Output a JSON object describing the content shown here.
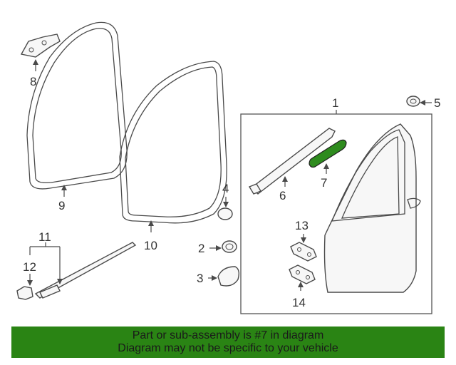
{
  "diagram": {
    "callouts": {
      "c1": "1",
      "c2": "2",
      "c3": "3",
      "c4": "4",
      "c5": "5",
      "c6": "6",
      "c7": "7",
      "c8": "8",
      "c9": "9",
      "c10": "10",
      "c11": "11",
      "c12": "12",
      "c13": "13",
      "c14": "14"
    },
    "highlight_part": "7",
    "highlight_color": "#2e8b1e"
  },
  "banner": {
    "line1": "Part or sub-assembly is #7 in diagram",
    "line2": "Diagram may not be specific to your vehicle",
    "background": "#2a8414"
  }
}
